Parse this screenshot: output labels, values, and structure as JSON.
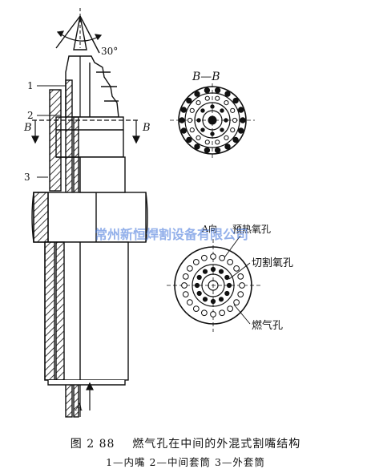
{
  "figure": {
    "angle_label": "30°",
    "section_title": "B—B",
    "section_mark_left": "B",
    "section_mark_right": "B",
    "view_mark_bottom": "A",
    "view_mark_upper": "A向",
    "part_callouts": [
      "1",
      "2",
      "3"
    ],
    "hole_labels": {
      "preheat_oxygen": "预热氧孔",
      "cutting_oxygen": "切割氧孔",
      "fuel_gas": "燃气孔"
    }
  },
  "watermark": "常州新恒焊割设备有限公司",
  "caption": {
    "number": "图 2 88",
    "title": "燃气孔在中间的外混式割嘴结构",
    "legend": "1—内嘴   2—中间套筒   3—外套筒"
  },
  "colors": {
    "ink": "#111111",
    "watermark": "#3a6fd8"
  }
}
